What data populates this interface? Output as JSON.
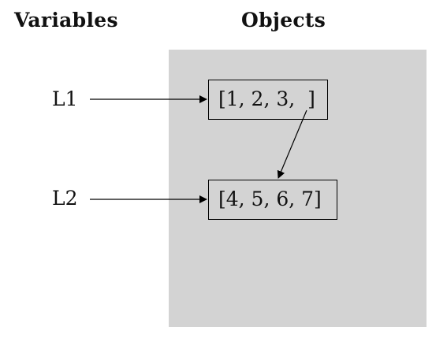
{
  "headings": {
    "variables": "Variables",
    "objects": "Objects"
  },
  "variables": [
    {
      "name": "L1"
    },
    {
      "name": "L2"
    }
  ],
  "objects": [
    {
      "text": "[1, 2, 3,  ]"
    },
    {
      "text": "[4, 5, 6, 7]"
    }
  ],
  "references": [
    {
      "from": "L1",
      "to": "[1, 2, 3,  ]"
    },
    {
      "from": "L2",
      "to": "[4, 5, 6, 7]"
    },
    {
      "from": "[1, 2, 3,  ] last slot",
      "to": "[4, 5, 6, 7]"
    }
  ],
  "colors": {
    "panel": "#d3d3d3",
    "ink": "#111111"
  }
}
